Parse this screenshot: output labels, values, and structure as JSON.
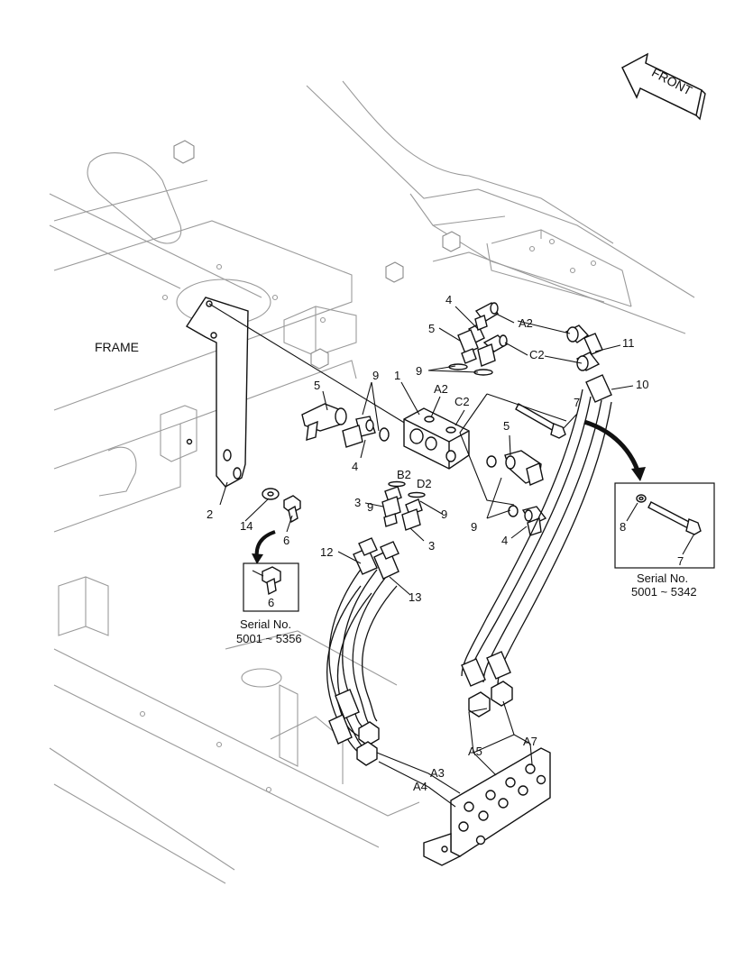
{
  "diagram": {
    "front_label": "FRONT",
    "frame_label": "FRAME",
    "callouts": {
      "c1": "1",
      "c2": "2",
      "c3a": "3",
      "c3b": "3",
      "c4a": "4",
      "c4b": "4",
      "c4c": "4",
      "c5a": "5",
      "c5b": "5",
      "c5c": "5",
      "c6": "6",
      "c7": "7",
      "c9a": "9",
      "c9b": "9",
      "c9c": "9",
      "c9d": "9",
      "c9e": "9",
      "c10": "10",
      "c11": "11",
      "c12": "12",
      "c13": "13",
      "c14": "14",
      "a2top": "A2",
      "c2top": "C2",
      "a2mid": "A2",
      "c2mid": "C2",
      "b2": "B2",
      "d2": "D2",
      "a3": "A3",
      "a4": "A4",
      "a5": "A5",
      "a7": "A7"
    },
    "inset_left": {
      "item": "6",
      "serial_title": "Serial No.",
      "serial_range": "5001 ~ 5356"
    },
    "inset_right": {
      "item_a": "8",
      "item_b": "7",
      "serial_title": "Serial No.",
      "serial_range": "5001 ~ 5342"
    }
  }
}
